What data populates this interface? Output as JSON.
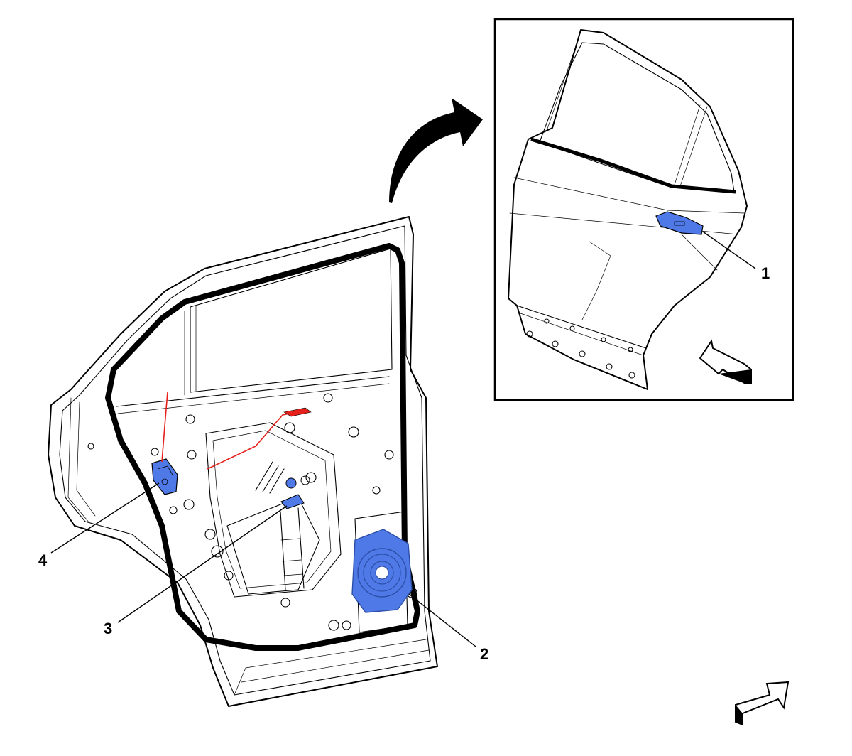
{
  "colors": {
    "door_fill": "#e5e0cf",
    "glass_fill": "#d9d5c4",
    "highlight_blue": "#4f79e6",
    "cable_red": "#e5201a",
    "line": "#000000",
    "background": "#ffffff"
  },
  "callouts": [
    {
      "id": "1",
      "label": "1"
    },
    {
      "id": "2",
      "label": "2"
    },
    {
      "id": "3",
      "label": "3"
    },
    {
      "id": "4",
      "label": "4"
    }
  ],
  "icons": {
    "view_arrow": "curved-view-arrow-icon",
    "inset_direction": "viewing-direction-arrow-icon",
    "orientation": "front-orientation-arrow-icon"
  }
}
